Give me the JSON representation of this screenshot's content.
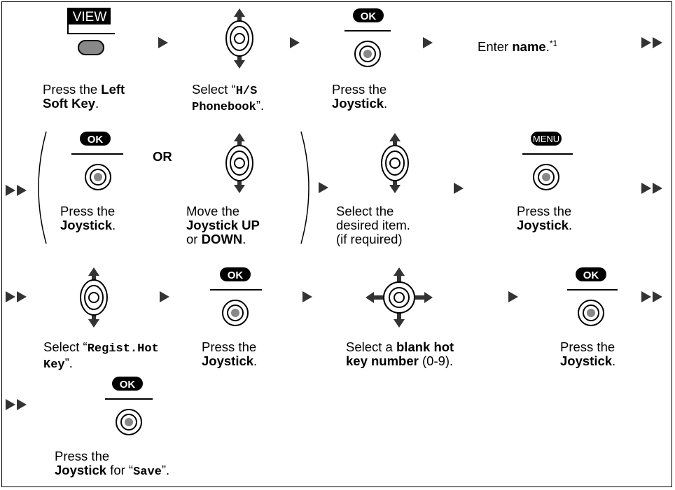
{
  "labels": {
    "view_key": "VIEW",
    "ok_key": "OK",
    "menu_key": "MENU",
    "or": "OR",
    "enter_name_pre": "Enter ",
    "enter_name_bold": "name",
    "enter_name_post": ".",
    "footnote": "*1"
  },
  "steps": {
    "s1_a": "Press the ",
    "s1_b": "Left",
    "s1_c": "Soft Key",
    "s1_d": ".",
    "s2_a": "Select “",
    "s2_b": "H/S",
    "s2_c": "Phonebook",
    "s2_d": "”.",
    "s3_a": "Press the",
    "s3_b": "Joystick",
    "s3_c": ".",
    "s4_a": "Press the",
    "s4_b": "Joystick",
    "s4_c": ".",
    "s5_a": "Move the",
    "s5_b": "Joystick UP",
    "s5_c": "or ",
    "s5_d": "DOWN",
    "s5_e": ".",
    "s6_a": "Select the",
    "s6_b": "desired item.",
    "s6_c": "(if required)",
    "s7_a": "Press the",
    "s7_b": "Joystick",
    "s7_c": ".",
    "s8_a": "Select “",
    "s8_b": "Regist.Hot",
    "s8_c": "Key",
    "s8_d": "”.",
    "s9_a": "Press the",
    "s9_b": "Joystick",
    "s9_c": ".",
    "s10_a": "Select a ",
    "s10_b": "blank hot",
    "s10_c": "key number",
    "s10_d": " (0-9).",
    "s11_a": "Press the",
    "s11_b": "Joystick",
    "s11_c": ".",
    "s12_a": "Press the",
    "s12_b": "Joystick",
    "s12_c": " for “",
    "s12_d": "Save",
    "s12_e": "”."
  }
}
